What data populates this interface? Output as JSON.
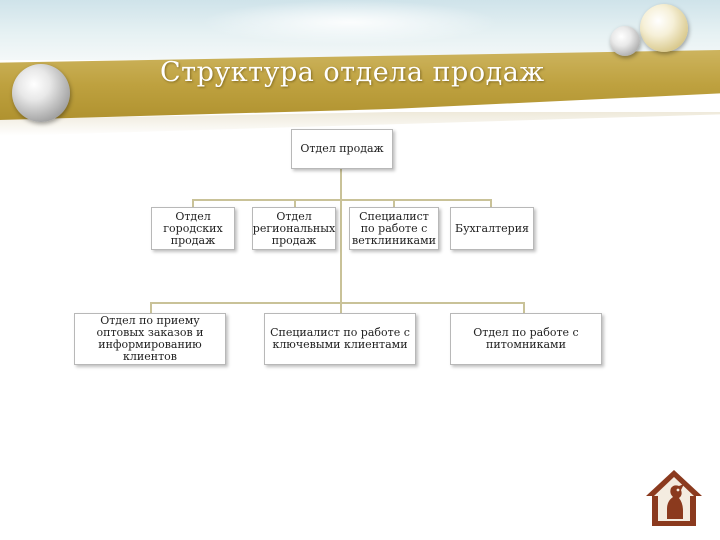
{
  "slide": {
    "title": "Структура отдела продаж"
  },
  "diagram": {
    "root": "Отдел продаж",
    "level1": [
      "Отдел городских продаж",
      "Отдел региональных продаж",
      "Специалист по работе с ветклиниками",
      "Бухгалтерия"
    ],
    "level2": [
      "Отдел по приему оптовых заказов и информированию клиентов",
      "Специалист по работе с ключевыми клиентами",
      "Отдел по работе с питомниками"
    ]
  },
  "colors": {
    "band": "#bea13f",
    "title_text": "#ffffff",
    "connector": "#c9c298",
    "logo_brown": "#8b3a1e"
  },
  "icons": {
    "logo": "house-logo-icon"
  }
}
